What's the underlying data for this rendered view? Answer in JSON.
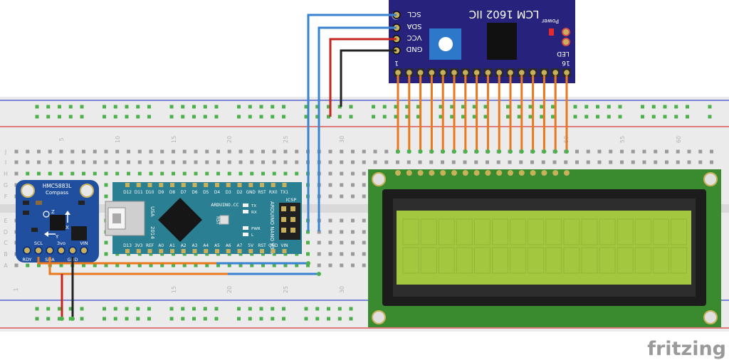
{
  "colors": {
    "board_bg": "#ebebeb",
    "rail_blue": "#3b46c9",
    "rail_red": "#d53b3b",
    "hole": "#9a9a9a",
    "hole_active": "#4cb04c",
    "pcb_blue": "#1f4f9e",
    "nano_teal": "#2a7f93",
    "lcd_green": "#3a8b30",
    "lcd_screen": "#a4c740",
    "i2c_navy": "#27227b",
    "wire_orange": "#e8791c",
    "wire_blue": "#3a83d1",
    "wire_red": "#c4271d",
    "wire_black": "#222222"
  },
  "breadboard": {
    "column_numbers_top": [
      "5",
      "10",
      "15",
      "20",
      "25",
      "30",
      "50",
      "55",
      "60"
    ],
    "column_numbers_bottom": [
      "1",
      "15",
      "20",
      "25",
      "30"
    ],
    "row_letters_top": [
      "J",
      "I",
      "H",
      "G",
      "F"
    ],
    "row_letters_bottom": [
      "E",
      "D",
      "C",
      "B",
      "A"
    ]
  },
  "compass": {
    "title": "HMC5883L",
    "subtitle": "Compass",
    "pins_top": [
      "SCL",
      "3vo",
      "VIN"
    ],
    "pins_bottom": [
      "RDY",
      "SDA",
      "GND"
    ],
    "axes": [
      "Z",
      "X",
      "Y"
    ]
  },
  "nano": {
    "pins_top": [
      "D12",
      "D11",
      "D10",
      "D9",
      "D8",
      "D7",
      "D6",
      "D5",
      "D4",
      "D3",
      "D2",
      "GND",
      "RST",
      "RX0",
      "TX1"
    ],
    "pins_bottom": [
      "D13",
      "3V3",
      "REF",
      "A0",
      "A1",
      "A2",
      "A3",
      "A4",
      "A5",
      "A6",
      "A7",
      "5V",
      "RST",
      "GND",
      "VIN"
    ],
    "brand": "ARDUINO.CC",
    "usa": "USA",
    "year": "2014",
    "model": "ARDUINO NANO V3.0",
    "icsp": "ICSP",
    "leds": [
      "TX",
      "RX",
      "PWR",
      "L"
    ],
    "rst_label": "RST"
  },
  "i2c_module": {
    "title": "LCM 1602 IIC",
    "pins": [
      "SCL",
      "SDA",
      "VCC",
      "GND"
    ],
    "power_label": "Power",
    "led_label": "LED",
    "pin_first": "1",
    "pin_last": "16"
  },
  "brand": {
    "watermark": "fritzing"
  }
}
